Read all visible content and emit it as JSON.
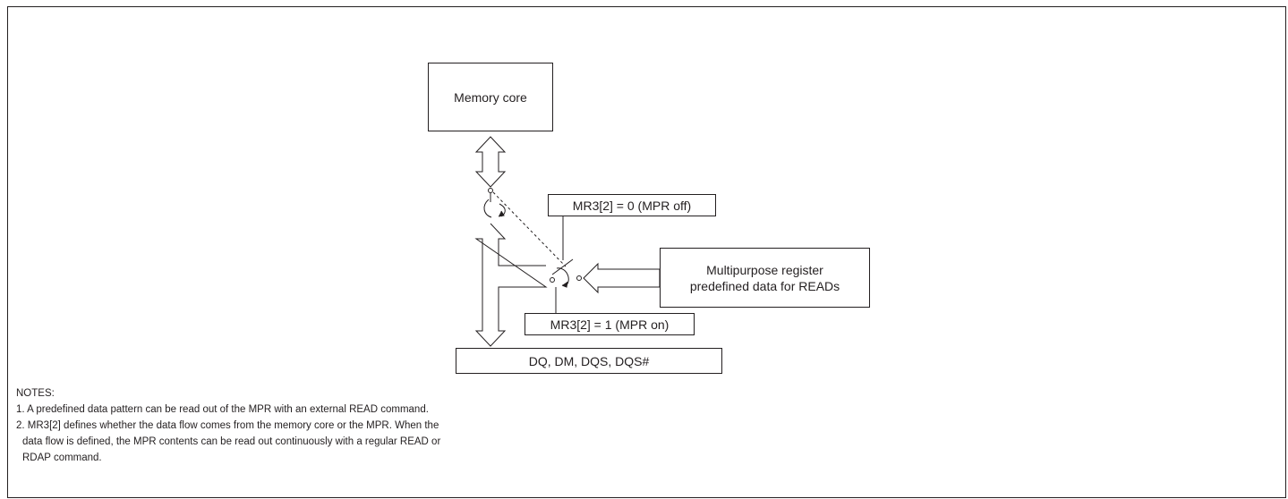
{
  "diagram": {
    "memory_core": "Memory core",
    "mpr_off": "MR3[2] = 0 (MPR off)",
    "mpr_on": "MR3[2] = 1 (MPR on)",
    "mpr_line1": "Multipurpose register",
    "mpr_line2": "predefined data for READs",
    "bus": "DQ, DM, DQS, DQS#"
  },
  "notes": {
    "heading": "NOTES:",
    "note1": "1. A predefined data pattern can be read out of the MPR with an external READ command.",
    "note2_line1": "2. MR3[2] defines whether the data flow comes from the memory core or the MPR. When the",
    "note2_line2": "data flow is defined, the MPR contents can be read out continuously with a regular READ or",
    "note2_line3": "RDAP command."
  },
  "colors": {
    "line": "#231f20",
    "background": "#ffffff"
  }
}
